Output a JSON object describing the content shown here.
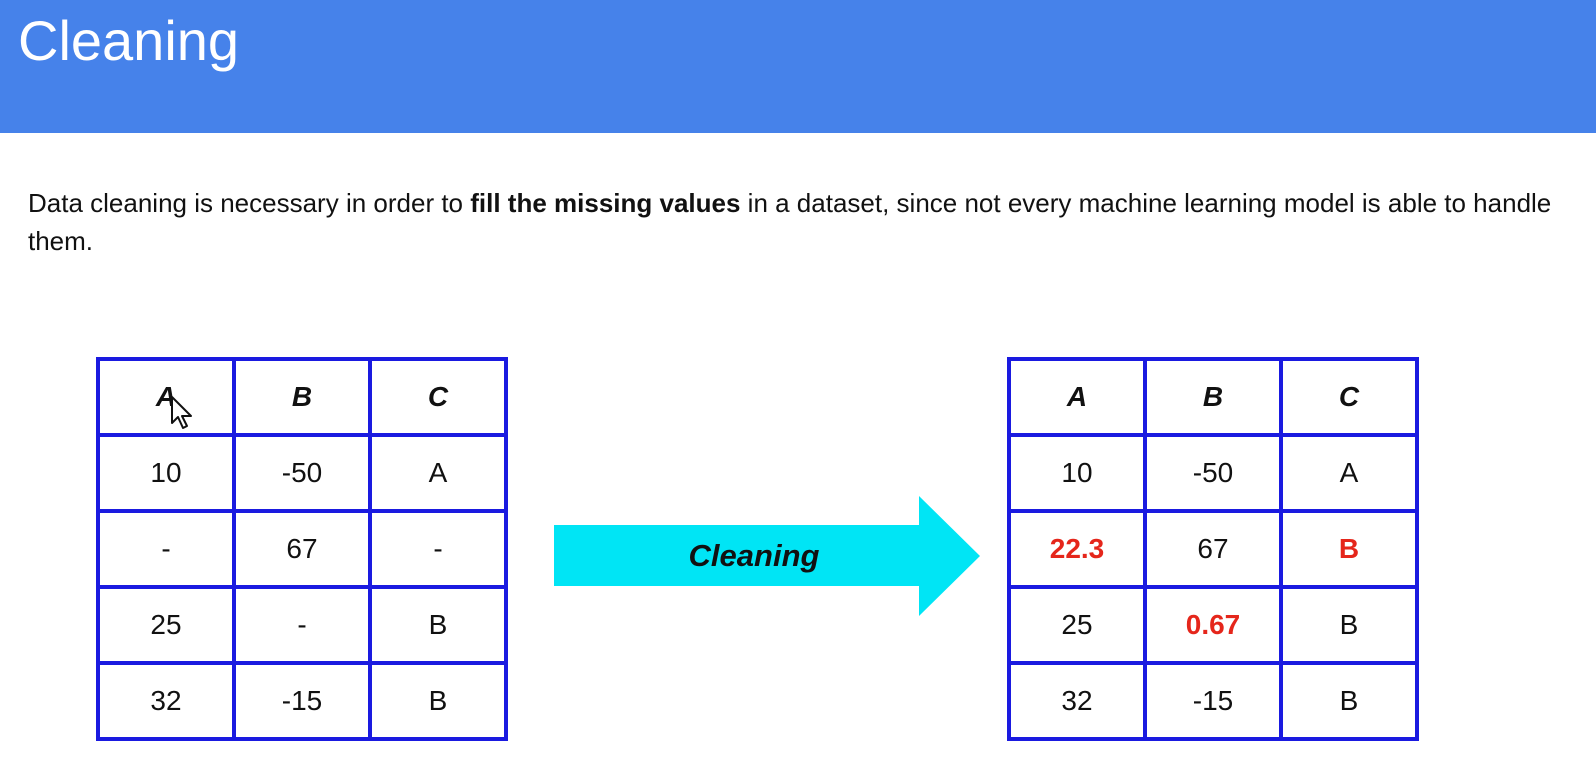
{
  "slide": {
    "title": "Cleaning",
    "description": {
      "part1": "Data cleaning is necessary in order to ",
      "bold": "fill the missing values",
      "part2": " in a dataset, since not every machine learning model is able to handle them."
    },
    "header_color": "#4682ea"
  },
  "arrow": {
    "label": "Cleaning",
    "color": "#00e5f5"
  },
  "tables": {
    "before": {
      "headers": [
        "A",
        "B",
        "C"
      ],
      "rows": [
        [
          "10",
          "-50",
          "A"
        ],
        [
          "-",
          "67",
          "-"
        ],
        [
          "25",
          "-",
          "B"
        ],
        [
          "32",
          "-15",
          "B"
        ]
      ]
    },
    "after": {
      "headers": [
        "A",
        "B",
        "C"
      ],
      "rows": [
        [
          "10",
          "-50",
          "A"
        ],
        [
          "22.3",
          "67",
          "B"
        ],
        [
          "25",
          "0.67",
          "B"
        ],
        [
          "32",
          "-15",
          "B"
        ]
      ],
      "filled_color": "#e5261b"
    },
    "border_color": "#1a1ae0"
  },
  "icons": {
    "cursor": "mouse-pointer-icon"
  }
}
